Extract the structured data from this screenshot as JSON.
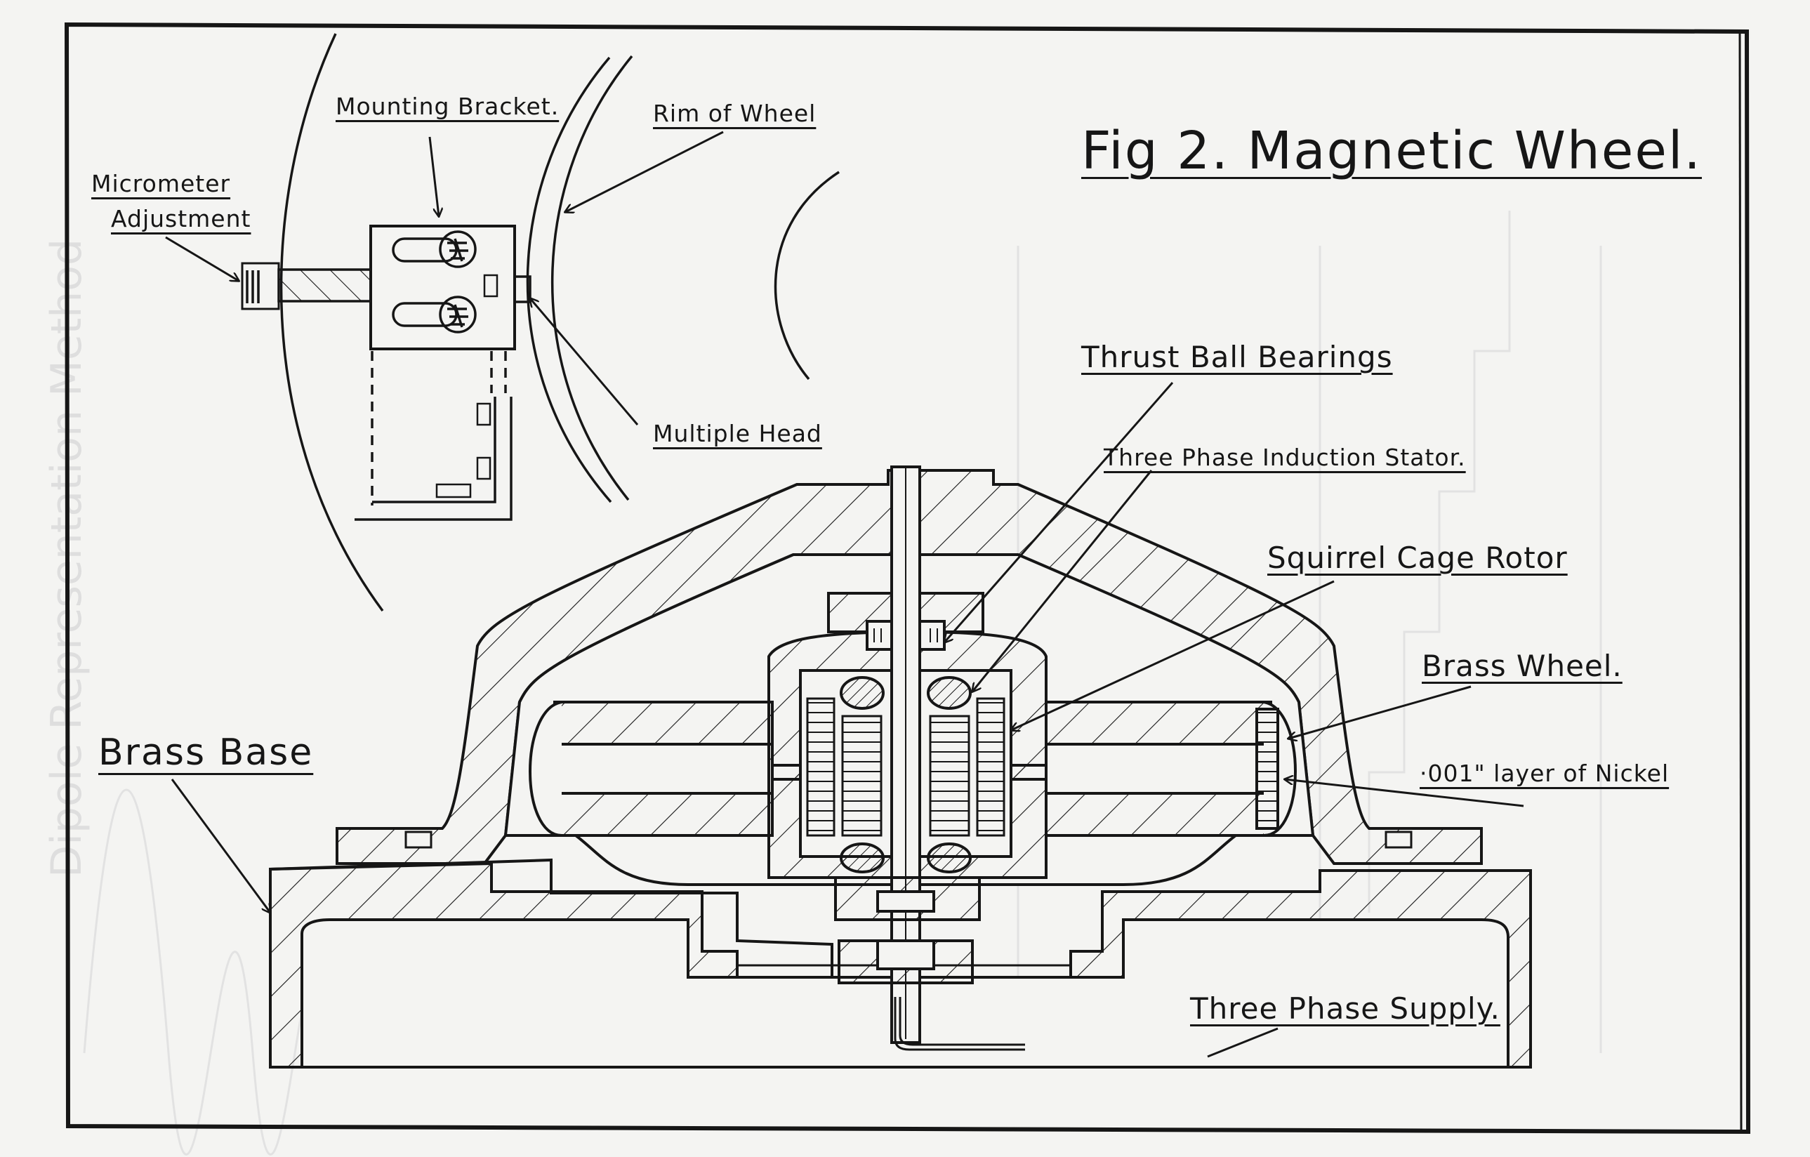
{
  "figure": {
    "title": "Fig 2.  Magnetic Wheel."
  },
  "labels": {
    "mounting_bracket": "Mounting Bracket.",
    "rim_of_wheel": "Rim of Wheel",
    "micrometer_line1": "Micrometer",
    "micrometer_line2": "Adjustment",
    "multiple_head": "Multiple Head",
    "thrust_ball_bearings": "Thrust Ball Bearings",
    "three_phase_induction_stator": "Three Phase Induction Stator.",
    "squirrel_cage_rotor": "Squirrel Cage Rotor",
    "brass_wheel": "Brass Wheel.",
    "nickel_layer": "·001\" layer of Nickel",
    "brass_base": "Brass Base",
    "three_phase_supply": "Three Phase Supply."
  },
  "colors": {
    "ink": "#161616",
    "paper": "#f4f4f2",
    "show_through": "#dedede"
  }
}
